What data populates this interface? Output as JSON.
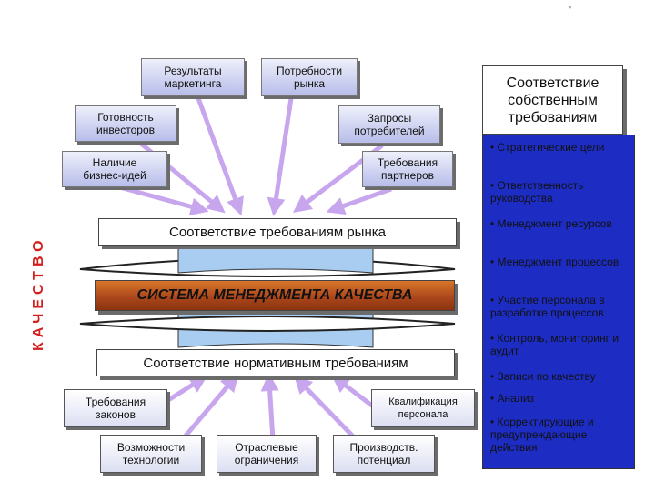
{
  "side_label": "КАЧЕСТВО",
  "top_factors": [
    {
      "id": "results",
      "text": "Результаты\nмаркетинга"
    },
    {
      "id": "needs",
      "text": "Потребности\nрынка"
    },
    {
      "id": "investors",
      "text": "Готовность\nинвесторов"
    },
    {
      "id": "requests",
      "text": "Запросы\nпотребителей"
    },
    {
      "id": "ideas",
      "text": "Наличие\nбизнес-идей"
    },
    {
      "id": "partners",
      "text": "Требования\nпартнеров"
    }
  ],
  "bands": {
    "market": "Соответствие требованиям рынка",
    "qms": "СИСТЕМА МЕНЕДЖМЕНТА КАЧЕСТВА",
    "normative": "Соответствие нормативным требованиям"
  },
  "bottom_factors": [
    {
      "id": "laws",
      "text": "Требования\nзаконов"
    },
    {
      "id": "qualification",
      "text": "Квалификация\nперсонала"
    },
    {
      "id": "technology",
      "text": "Возможности\nтехнологии"
    },
    {
      "id": "industry",
      "text": "Отраслевые\nограничения"
    },
    {
      "id": "production",
      "text": "Производств.\nпотенциал"
    }
  ],
  "own_requirements": {
    "title": "Соответствие\nсобственным\nтребованиям",
    "items": [
      "• Стратегические цели",
      "• Ответственность руководства",
      "• Менеджмент ресурсов",
      "• Менеджмент процессов",
      "• Участие персонала в разработке процессов",
      "• Контроль, мониторинг и аудит",
      "• Записи по качеству",
      "• Анализ",
      "• Корректирующие и предупреждающие действия"
    ]
  },
  "colors": {
    "arrow": "#c7a6ee",
    "right_list_bg": "#1d2dc4",
    "qms_band": "#b8501e",
    "side_label": "#d2201e"
  },
  "small_mark": "'"
}
